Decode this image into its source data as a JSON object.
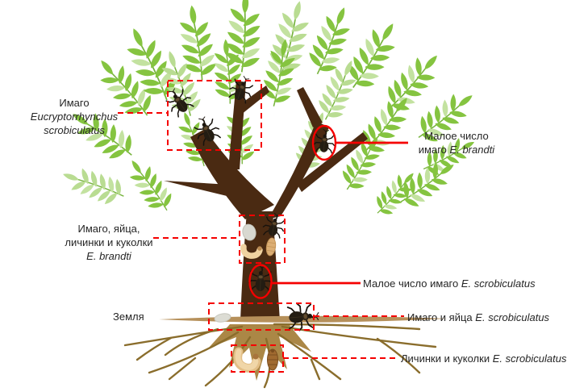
{
  "labels": {
    "crown_adults": {
      "text": "Имаго",
      "sci": "Eucryptorrhynchus scrobiculatus"
    },
    "few_adults_brandti": {
      "text": "Малое число имаго",
      "sci": "E. brandti"
    },
    "trunk_stages_brandti": {
      "text": "Имаго, яйца, личинки и куколки",
      "sci": "E. brandti"
    },
    "few_adults_scrobiculatus": {
      "text": "Малое число имаго",
      "sci": "E. scrobiculatus"
    },
    "soil": {
      "text": "Земля"
    },
    "soil_adults_eggs": {
      "text": "Имаго и яйца",
      "sci": "E. scrobiculatus"
    },
    "roots_larvae_pupae": {
      "text": "Личинки и куколки",
      "sci": "E. scrobiculatus"
    }
  },
  "colors": {
    "annotation_red": "#f50000",
    "leaf_green": "#85c440",
    "leaf_light_green": "#c3e2a0",
    "trunk_brown": "#4a2a12",
    "soil_tan": "#b6905a",
    "root_brown": "#8a6d2c",
    "egg_gray": "#d8d8d0",
    "larva_cream": "#f0d2a0",
    "pupa_tan": "#dcae74",
    "pupa_dark": "#a06a30",
    "beetle_black": "#231c12"
  }
}
